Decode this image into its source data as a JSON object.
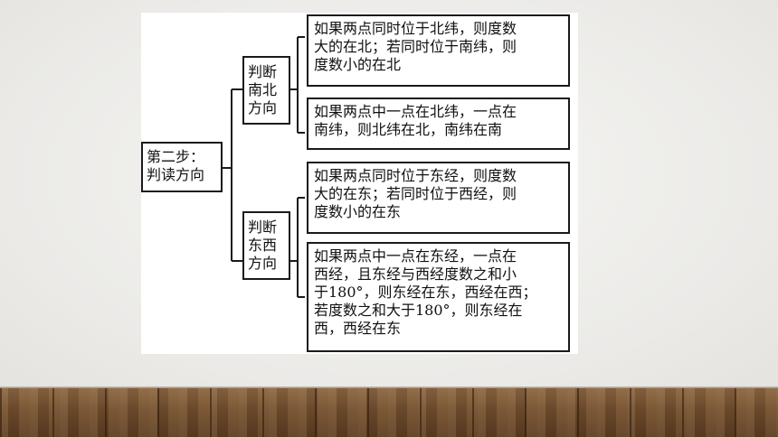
{
  "root": {
    "lines": [
      "第二步：",
      "判读方向"
    ]
  },
  "branches": [
    {
      "label": [
        "判断",
        "南北",
        "方向"
      ],
      "rules": [
        [
          "如果两点同时位于北纬，则度数",
          "大的在北；若同时位于南纬，则",
          "度数小的在北"
        ],
        [
          "如果两点中一点在北纬，一点在",
          "南纬，则北纬在北，南纬在南"
        ]
      ]
    },
    {
      "label": [
        "判断",
        "东西",
        "方向"
      ],
      "rules": [
        [
          "如果两点同时位于东经，则度数",
          "大的在东；若同时位于西经，则",
          "度数小的在东"
        ],
        [
          "如果两点中一点在东经，一点在",
          "西经，且东经与西经度数之和小",
          "于180°，则东经在东，西经在西；",
          "若度数之和大于180°，则东经在",
          "西，西经在东"
        ]
      ]
    }
  ]
}
